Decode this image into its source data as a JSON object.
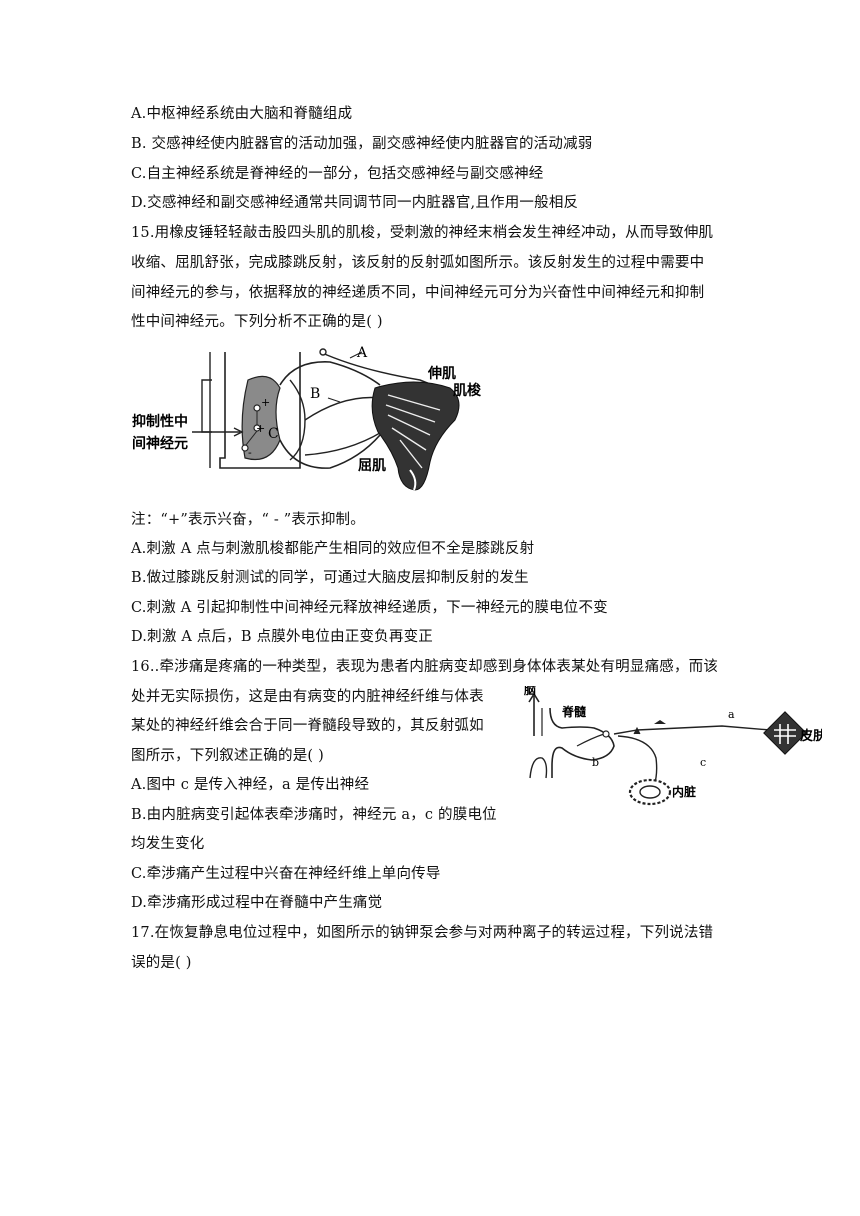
{
  "q14_options": {
    "a": "A.中枢神经系统由大脑和脊髓组成",
    "b": "B. 交感神经使内脏器官的活动加强，副交感神经使内脏器官的活动减弱",
    "c": "C.自主神经系统是脊神经的一部分，包括交感神经与副交感神经",
    "d": "D.交感神经和副交感神经通常共同调节同一内脏器官,且作用一般相反"
  },
  "q15": {
    "stem_lines": [
      "15.用橡皮锤轻轻敲击股四头肌的肌梭，受刺激的神经末梢会发生神经冲动，从而导致伸肌",
      "收缩、屈肌舒张，完成膝跳反射，该反射的反射弧如图所示。该反射发生的过程中需要中",
      "间神经元的参与，依据释放的神经递质不同，中间神经元可分为兴奋性中间神经元和抑制",
      "性中间神经元。下列分析不正确的是(    )"
    ],
    "figure": {
      "label_inhibitory_1": "抑制性中",
      "label_inhibitory_2": "间神经元",
      "label_a": "A",
      "label_b": "B",
      "label_c": "C",
      "label_extensor": "伸肌",
      "label_spindle": "肌梭",
      "label_flexor": "屈肌",
      "plus": "+",
      "minus": "-"
    },
    "note": "注：“+”表示兴奋，“ - ”表示抑制。",
    "options": {
      "a": "A.刺激 A 点与刺激肌梭都能产生相同的效应但不全是膝跳反射",
      "b": "B.做过膝跳反射测试的同学，可通过大脑皮层抑制反射的发生",
      "c": "C.刺激 A 引起抑制性中间神经元释放神经递质，下一神经元的膜电位不变",
      "d": "D.刺激 A 点后，B 点膜外电位由正变负再变正"
    }
  },
  "q16": {
    "stem_lines": [
      "16..牵涉痛是疼痛的一种类型，表现为患者内脏病变却感到身体体表某处有明显痛感，而该",
      "处并无实际损伤，这是由有病变的内脏神经纤维与体表",
      "某处的神经纤维会合于同一脊髓段导致的，其反射弧如",
      "图所示，下列叙述正确的是(    )"
    ],
    "figure": {
      "label_brain": "脑",
      "label_spinal": "脊髓",
      "label_a": "a",
      "label_b": "b",
      "label_c": "c",
      "label_skin": "皮肤",
      "label_viscera": "内脏"
    },
    "options": {
      "a": "A.图中 c 是传入神经，a 是传出神经",
      "b1": "B.由内脏病变引起体表牵涉痛时，神经元 a，c 的膜电位",
      "b2": "均发生变化",
      "c": "C.牵涉痛产生过程中兴奋在神经纤维上单向传导",
      "d": "D.牵涉痛形成过程中在脊髓中产生痛觉"
    }
  },
  "q17": {
    "stem_lines": [
      "17.在恢复静息电位过程中，如图所示的钠钾泵会参与对两种离子的转运过程，下列说法错",
      "误的是(    )"
    ]
  }
}
